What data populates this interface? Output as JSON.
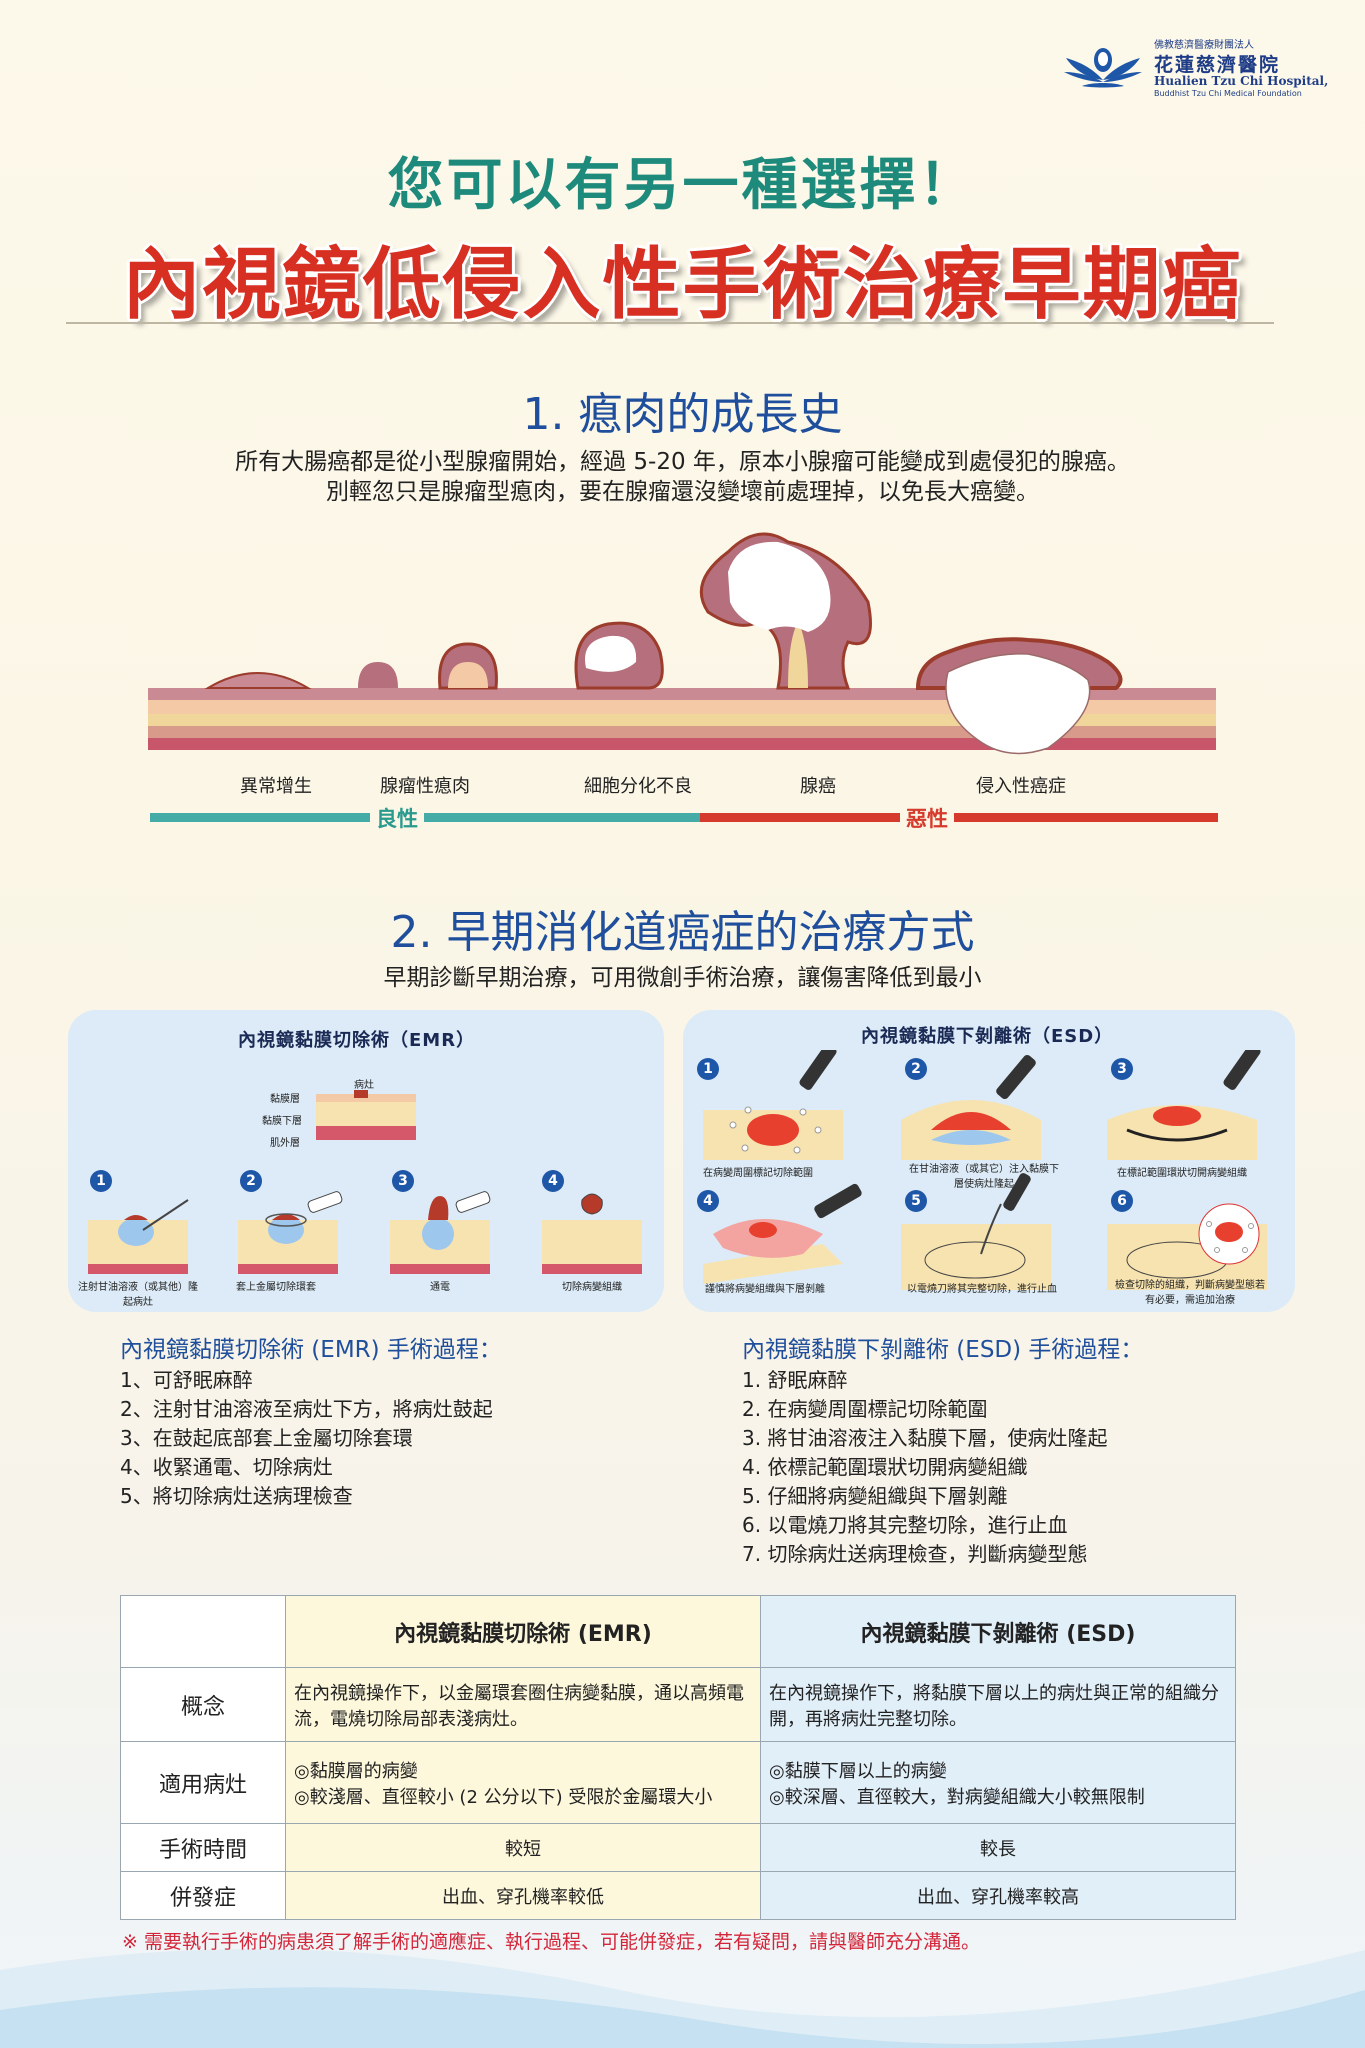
{
  "logo": {
    "line1": "佛教慈濟醫療財團法人",
    "name_zh": "花蓮慈濟醫院",
    "name_en": "Hualien Tzu Chi Hospital,",
    "foundation": "Buddhist Tzu Chi Medical Foundation",
    "icon": "lotus-logo-icon"
  },
  "header": {
    "subtitle": "您可以有另一種選擇！",
    "title": "內視鏡低侵入性手術治療早期癌"
  },
  "section1": {
    "heading": "1. 瘜肉的成長史",
    "intro_line1": "所有大腸癌都是從小型腺瘤開始，經過 5-20 年，原本小腺瘤可能變成到處侵犯的腺癌。",
    "intro_line2": "別輕忽只是腺瘤型瘜肉，要在腺瘤還沒變壞前處理掉，以免長大癌變。",
    "stages": [
      "異常增生",
      "腺瘤性瘜肉",
      "細胞分化不良",
      "腺癌",
      "侵入性癌症"
    ],
    "benign_label": "良性",
    "malignant_label": "惡性"
  },
  "section2": {
    "heading": "2. 早期消化道癌症的治療方式",
    "intro": "早期診斷早期治療，可用微創手術治療，讓傷害降低到最小",
    "emr_panel": {
      "title": "內視鏡黏膜切除術（EMR）",
      "layer_labels": [
        "黏膜層",
        "黏膜下層",
        "肌外層"
      ],
      "lesion_label": "病灶",
      "steps": [
        {
          "num": "1",
          "caption": "注射甘油溶液（或其他）隆起病灶"
        },
        {
          "num": "2",
          "caption": "套上金屬切除環套"
        },
        {
          "num": "3",
          "caption": "通電"
        },
        {
          "num": "4",
          "caption": "切除病變組織"
        }
      ]
    },
    "esd_panel": {
      "title": "內視鏡黏膜下剝離術（ESD）",
      "steps": [
        {
          "num": "1",
          "caption": "在病變周圍標記切除範圍"
        },
        {
          "num": "2",
          "caption": "在甘油溶液（或其它）注入黏膜下層使病灶隆起"
        },
        {
          "num": "3",
          "caption": "在標記範圍環狀切開病變組織"
        },
        {
          "num": "4",
          "caption": "謹慎將病變組織與下層剝離"
        },
        {
          "num": "5",
          "caption": "以電燒刀將其完整切除，進行止血"
        },
        {
          "num": "6",
          "caption": "檢查切除的組織，判斷病變型態若有必要，需追加治療"
        }
      ]
    },
    "emr_process": {
      "title": "內視鏡黏膜切除術 (EMR) 手術過程：",
      "items": [
        "1、可舒眠麻醉",
        "2、注射甘油溶液至病灶下方，將病灶鼓起",
        "3、在鼓起底部套上金屬切除套環",
        "4、收緊通電、切除病灶",
        "5、將切除病灶送病理檢查"
      ]
    },
    "esd_process": {
      "title": "內視鏡黏膜下剝離術 (ESD) 手術過程：",
      "items": [
        "1. 舒眠麻醉",
        "2. 在病變周圍標記切除範圍",
        "3. 將甘油溶液注入黏膜下層，使病灶隆起",
        "4. 依標記範圍環狀切開病變組織",
        "5. 仔細將病變組織與下層剝離",
        "6. 以電燒刀將其完整切除，進行止血",
        "7. 切除病灶送病理檢查，判斷病變型態"
      ]
    }
  },
  "table": {
    "col_emr": "內視鏡黏膜切除術 (EMR)",
    "col_esd": "內視鏡黏膜下剝離術 (ESD)",
    "rows": [
      {
        "label": "概念",
        "emr": "在內視鏡操作下，以金屬環套圈住病變黏膜，通以高頻電流，電燒切除局部表淺病灶。",
        "esd": "在內視鏡操作下，將黏膜下層以上的病灶與正常的組織分開，再將病灶完整切除。"
      },
      {
        "label": "適用病灶",
        "emr1": "◎黏膜層的病變",
        "emr2": "◎較淺層、直徑較小 (2 公分以下) 受限於金屬環大小",
        "esd1": "◎黏膜下層以上的病變",
        "esd2": "◎較深層、直徑較大，對病變組織大小較無限制"
      },
      {
        "label": "手術時間",
        "emr": "較短",
        "esd": "較長"
      },
      {
        "label": "併發症",
        "emr": "出血、穿孔機率較低",
        "esd": "出血、穿孔機率較高"
      }
    ]
  },
  "note": "※ 需要執行手術的病患須了解手術的適應症、執行過程、可能併發症，若有疑問，請與醫師充分溝通。",
  "colors": {
    "title_red": "#d72f22",
    "subtitle_teal": "#1e8a7c",
    "heading_blue": "#1f4f9c",
    "benign_teal": "#45aba7",
    "malignant_red": "#d63a2c"
  }
}
